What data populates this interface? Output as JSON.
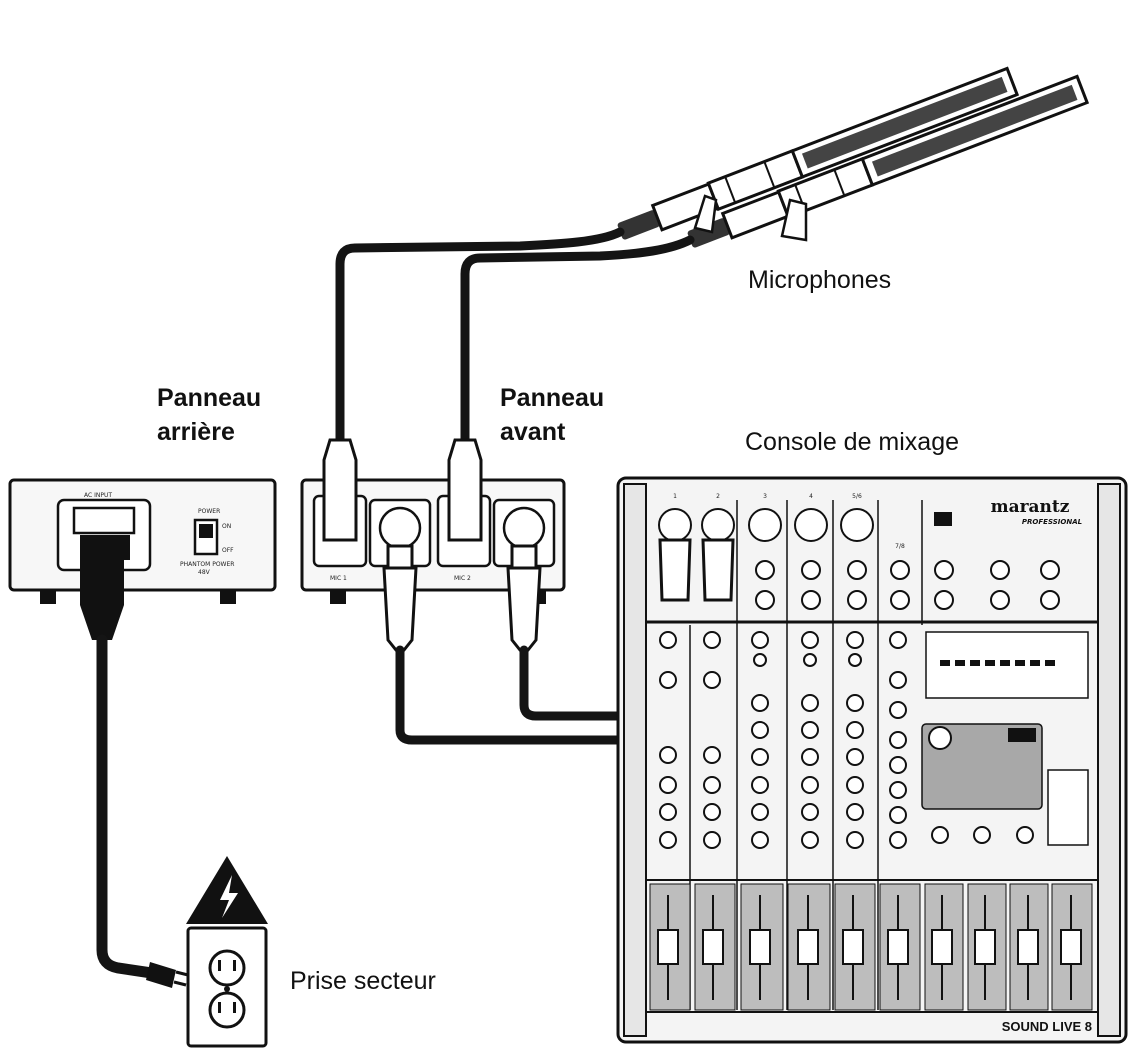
{
  "labels": {
    "microphones": "Microphones",
    "rear_panel": "Panneau arrière",
    "front_panel": "Panneau avant",
    "mixer": "Console de mixage",
    "outlet": "Prise secteur"
  },
  "power_supply": {
    "ac_input": "AC INPUT",
    "power": "POWER",
    "on": "ON",
    "off": "OFF",
    "phantom": "PHANTOM POWER",
    "phantom_voltage": "48V"
  },
  "front_unit": {
    "mic1": "MIC 1",
    "mic2": "MIC 2"
  },
  "mixer": {
    "brand": "marantz",
    "brand_sub": "PROFESSIONAL",
    "model": "SOUND LIVE 8",
    "channels": [
      "1",
      "2",
      "3",
      "4",
      "5/6",
      "7/8"
    ]
  },
  "colors": {
    "ink": "#111111",
    "cable": "#141414",
    "fader_panel": "#bdbdbd",
    "panel": "#f4f4f4"
  },
  "icons": [
    "warning-triangle-icon",
    "lightning-bolt-icon",
    "outlet-icon",
    "microphone-icon",
    "xlr-connector-icon"
  ]
}
